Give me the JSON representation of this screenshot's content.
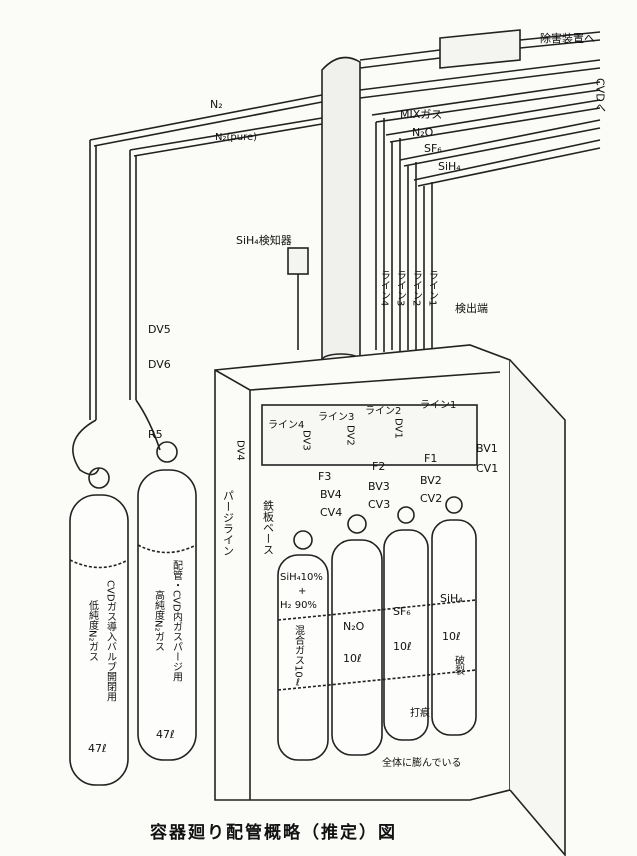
{
  "labels": {
    "exhaust": "除害装置へ",
    "cvd": "CVDへ",
    "n2": "N₂",
    "n2pure": "N₂(pure)",
    "mix": "MIXガス",
    "n2o": "N₂O",
    "sf6": "SF₆",
    "sih4": "SiH₄",
    "detector": "SiH₄検知器",
    "detect_port": "検出端",
    "line1": "ライン1",
    "line2": "ライン2",
    "line3": "ライン3",
    "line4": "ライン4",
    "dv5": "DV5",
    "dv6": "DV6",
    "r5": "R5",
    "dv1": "DV1",
    "dv2": "DV2",
    "dv3": "DV3",
    "dv4": "DV4",
    "bv1": "BV1",
    "cv1": "CV1",
    "f1": "F1",
    "bv2": "BV2",
    "cv2": "CV2",
    "f2": "F2",
    "bv3": "BV3",
    "cv3": "CV3",
    "f3": "F3",
    "bv4": "BV4",
    "cv4": "CV4",
    "purge_line": "パージライン",
    "iron_base": "鉄板ベース",
    "cyl1_text": "CVDガス導入バルブ開閉用",
    "cyl1_text2": "低純度N₂ガス",
    "cyl1_vol": "47ℓ",
    "cyl2_text": "配管・CVD内ガスパージ用",
    "cyl2_text2": "高純度N₂ガス",
    "cyl2_vol": "47ℓ",
    "mix_label1": "SiH₄10%",
    "mix_label2": "+",
    "mix_label3": "H₂ 90%",
    "mix_label4": "混合ガス10ℓ",
    "n2o_cyl": "N₂O",
    "n2o_vol": "10ℓ",
    "sf6_cyl": "SF₆",
    "sf6_vol": "10ℓ",
    "sih4_cyl": "SiH₄",
    "sih4_vol": "10ℓ",
    "burst": "破裂",
    "dent": "打痕",
    "swollen": "全体に膨んでいる",
    "caption": "容器廻り配管概略（推定）図"
  }
}
